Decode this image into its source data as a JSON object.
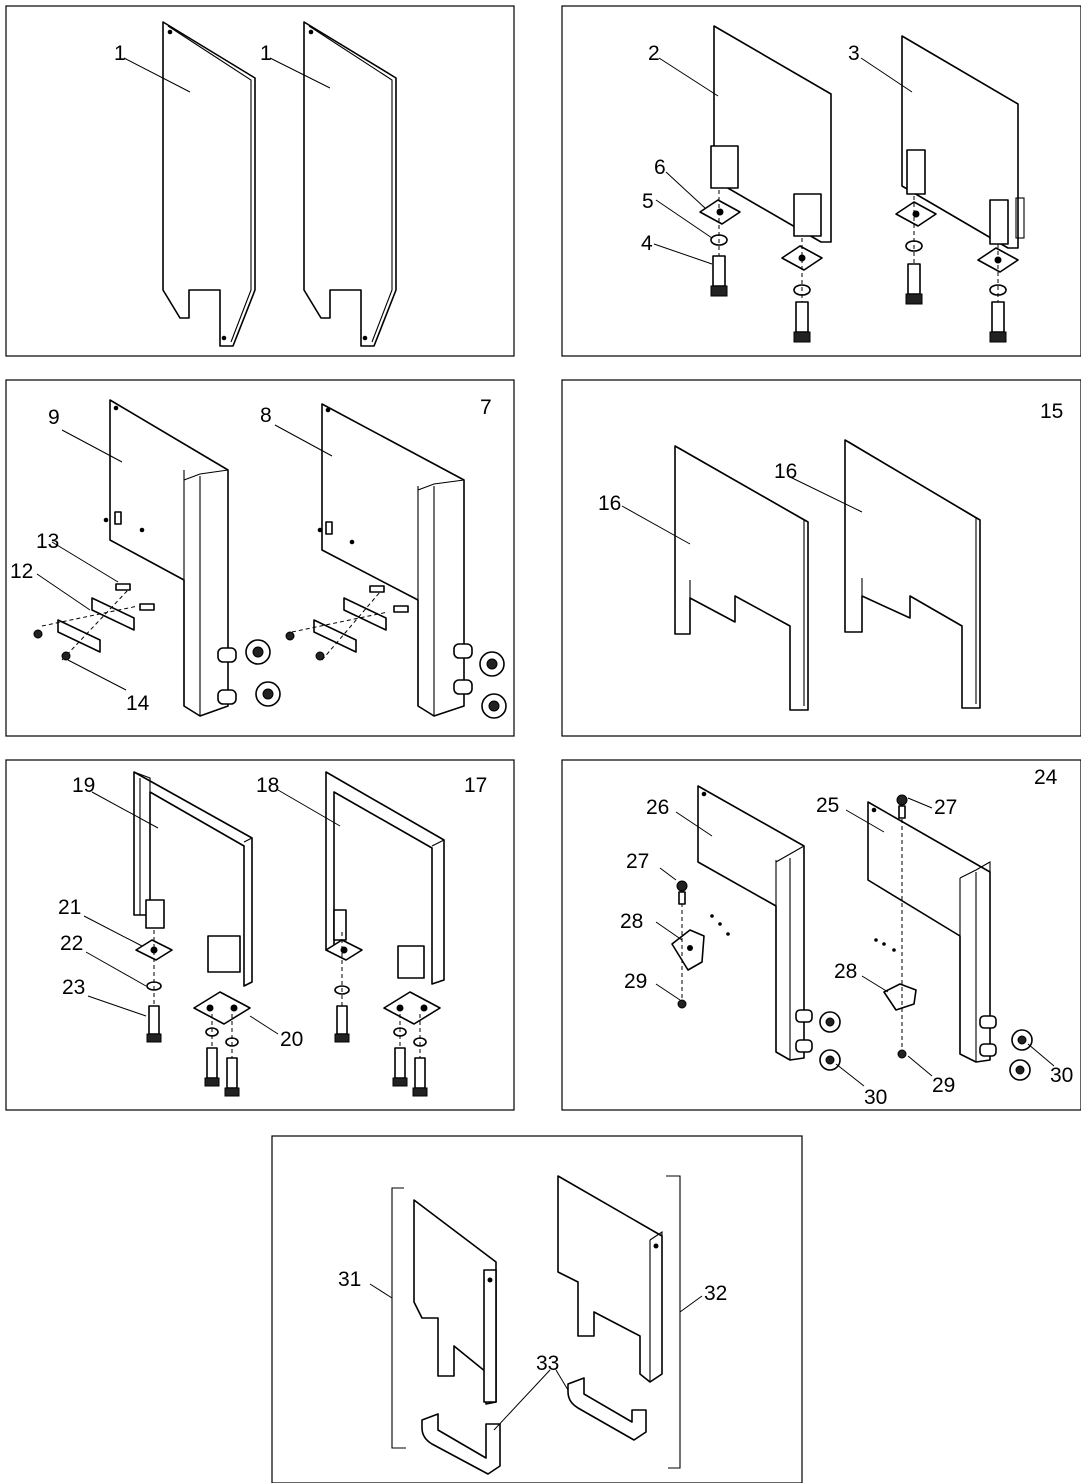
{
  "callouts": {
    "p1a": "1",
    "p1b": "1",
    "p2": "2",
    "p3": "3",
    "p4": "4",
    "p5": "5",
    "p6": "6",
    "p7": "7",
    "p8": "8",
    "p9": "9",
    "p12": "12",
    "p13": "13",
    "p14": "14",
    "p15": "15",
    "p16a": "16",
    "p16b": "16",
    "p17": "17",
    "p18": "18",
    "p19": "19",
    "p20": "20",
    "p21": "21",
    "p22": "22",
    "p23": "23",
    "p24": "24",
    "p25": "25",
    "p26": "26",
    "p27a": "27",
    "p27b": "27",
    "p28a": "28",
    "p28b": "28",
    "p29a": "29",
    "p29b": "29",
    "p30a": "30",
    "p30b": "30",
    "p31": "31",
    "p32": "32",
    "p33": "33"
  }
}
